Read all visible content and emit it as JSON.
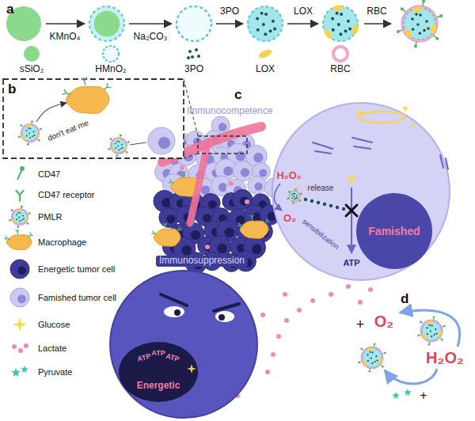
{
  "diagram": {
    "nodes": [
      {
        "text": [
          "Famished"
        ]
      },
      {
        "text": [
          "Energetic"
        ]
      }
    ],
    "labels": [
      "a",
      "KMnO₄",
      "Na₂CO₃",
      "3PO",
      "LOX",
      "RBC",
      "b",
      "don't eat me",
      "c",
      "Immunocompetence",
      "H₂O₂",
      "release",
      "O₂",
      "sensibilization",
      "ATP",
      "Immunosuppression",
      "ATP",
      "ATP",
      "ATP",
      "d",
      "+",
      "O₂",
      "H₂O₂",
      "+"
    ],
    "legend": [
      {
        "text": "sSiO₂"
      },
      {
        "text": "HMnO₂"
      },
      {
        "text": "3PO"
      },
      {
        "text": "LOX"
      },
      {
        "text": "RBC"
      },
      {
        "text": "CD47"
      },
      {
        "text": "CD47 receptor"
      },
      {
        "text": "PMLR"
      },
      {
        "text": "Macrophage"
      },
      {
        "text": "Energetic tumor cell"
      },
      {
        "text": "Famished tumor cell"
      },
      {
        "text": "Glucose"
      },
      {
        "text": "Lactate"
      },
      {
        "text": "Pyruvate"
      }
    ]
  }
}
